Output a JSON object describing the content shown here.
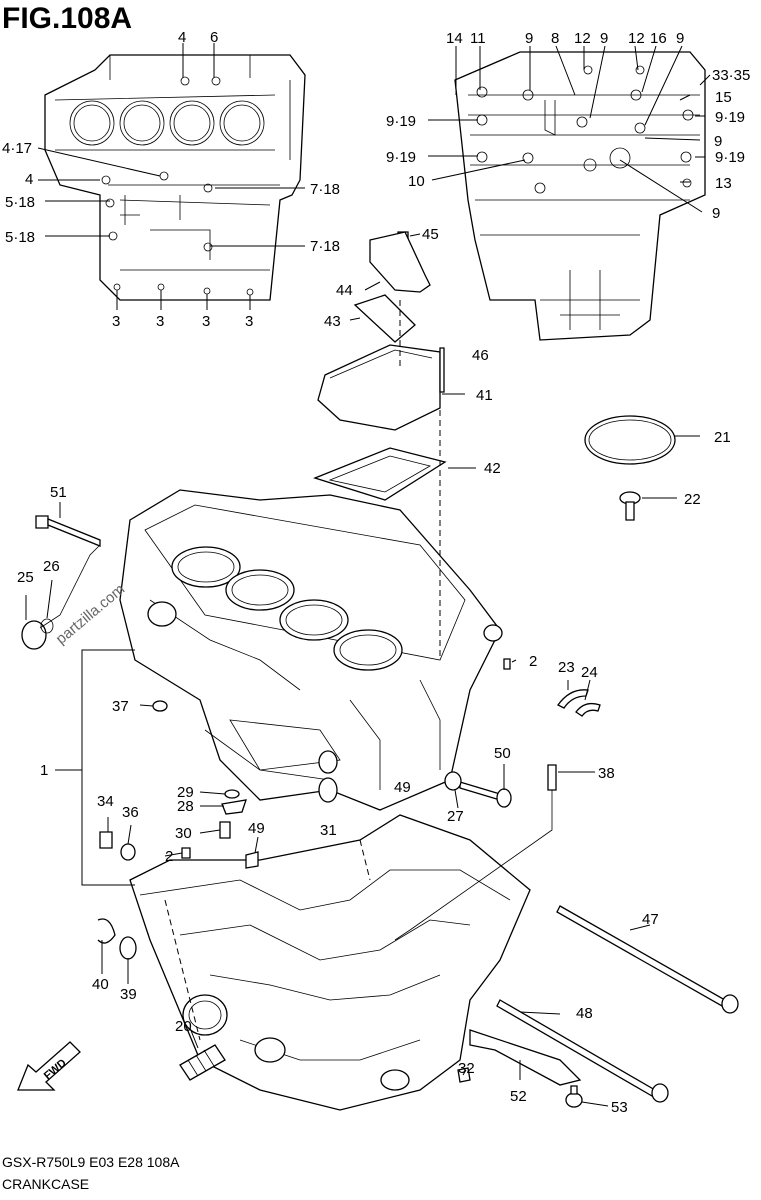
{
  "title": "FIG.108A",
  "footer": {
    "model": "GSX-R750L9  E03  E28  108A",
    "name": "CRANKCASE"
  },
  "watermark": "partzilla.com",
  "fwd_label": "FWD",
  "callouts": [
    {
      "id": "c4a",
      "text": "4"
    },
    {
      "id": "c6",
      "text": "6"
    },
    {
      "id": "c417",
      "text": "4·17"
    },
    {
      "id": "c4b",
      "text": "4"
    },
    {
      "id": "c518a",
      "text": "5·18"
    },
    {
      "id": "c518b",
      "text": "5·18"
    },
    {
      "id": "c718a",
      "text": "7·18"
    },
    {
      "id": "c718b",
      "text": "7·18"
    },
    {
      "id": "c3a",
      "text": "3"
    },
    {
      "id": "c3b",
      "text": "3"
    },
    {
      "id": "c3c",
      "text": "3"
    },
    {
      "id": "c3d",
      "text": "3"
    },
    {
      "id": "c14",
      "text": "14"
    },
    {
      "id": "c11",
      "text": "11"
    },
    {
      "id": "c9a",
      "text": "9"
    },
    {
      "id": "c8",
      "text": "8"
    },
    {
      "id": "c12a",
      "text": "12"
    },
    {
      "id": "c9b",
      "text": "9"
    },
    {
      "id": "c12b",
      "text": "12"
    },
    {
      "id": "c16",
      "text": "16"
    },
    {
      "id": "c9c",
      "text": "9"
    },
    {
      "id": "c3335",
      "text": "33·35"
    },
    {
      "id": "c15",
      "text": "15"
    },
    {
      "id": "c919a",
      "text": "9·19"
    },
    {
      "id": "c919b",
      "text": "9·19"
    },
    {
      "id": "c919c",
      "text": "9·19"
    },
    {
      "id": "c919d",
      "text": "9·19"
    },
    {
      "id": "c9d",
      "text": "9"
    },
    {
      "id": "c10",
      "text": "10"
    },
    {
      "id": "c13",
      "text": "13"
    },
    {
      "id": "c9e",
      "text": "9"
    },
    {
      "id": "c45",
      "text": "45"
    },
    {
      "id": "c44",
      "text": "44"
    },
    {
      "id": "c43",
      "text": "43"
    },
    {
      "id": "c46",
      "text": "46"
    },
    {
      "id": "c41",
      "text": "41"
    },
    {
      "id": "c21",
      "text": "21"
    },
    {
      "id": "c42",
      "text": "42"
    },
    {
      "id": "c51",
      "text": "51"
    },
    {
      "id": "c22",
      "text": "22"
    },
    {
      "id": "c25",
      "text": "25"
    },
    {
      "id": "c26",
      "text": "26"
    },
    {
      "id": "c2a",
      "text": "2"
    },
    {
      "id": "c23",
      "text": "23"
    },
    {
      "id": "c24",
      "text": "24"
    },
    {
      "id": "c37",
      "text": "37"
    },
    {
      "id": "c1",
      "text": "1"
    },
    {
      "id": "c50",
      "text": "50"
    },
    {
      "id": "c38",
      "text": "38"
    },
    {
      "id": "c29",
      "text": "29"
    },
    {
      "id": "c28",
      "text": "28"
    },
    {
      "id": "c49a",
      "text": "49"
    },
    {
      "id": "c34",
      "text": "34"
    },
    {
      "id": "c36",
      "text": "36"
    },
    {
      "id": "c27",
      "text": "27"
    },
    {
      "id": "c30",
      "text": "30"
    },
    {
      "id": "c31",
      "text": "31"
    },
    {
      "id": "c49b",
      "text": "49"
    },
    {
      "id": "c2b",
      "text": "2"
    },
    {
      "id": "c47",
      "text": "47"
    },
    {
      "id": "c40",
      "text": "40"
    },
    {
      "id": "c39",
      "text": "39"
    },
    {
      "id": "c48",
      "text": "48"
    },
    {
      "id": "c20",
      "text": "20"
    },
    {
      "id": "c32",
      "text": "32"
    },
    {
      "id": "c52",
      "text": "52"
    },
    {
      "id": "c53",
      "text": "53"
    }
  ]
}
